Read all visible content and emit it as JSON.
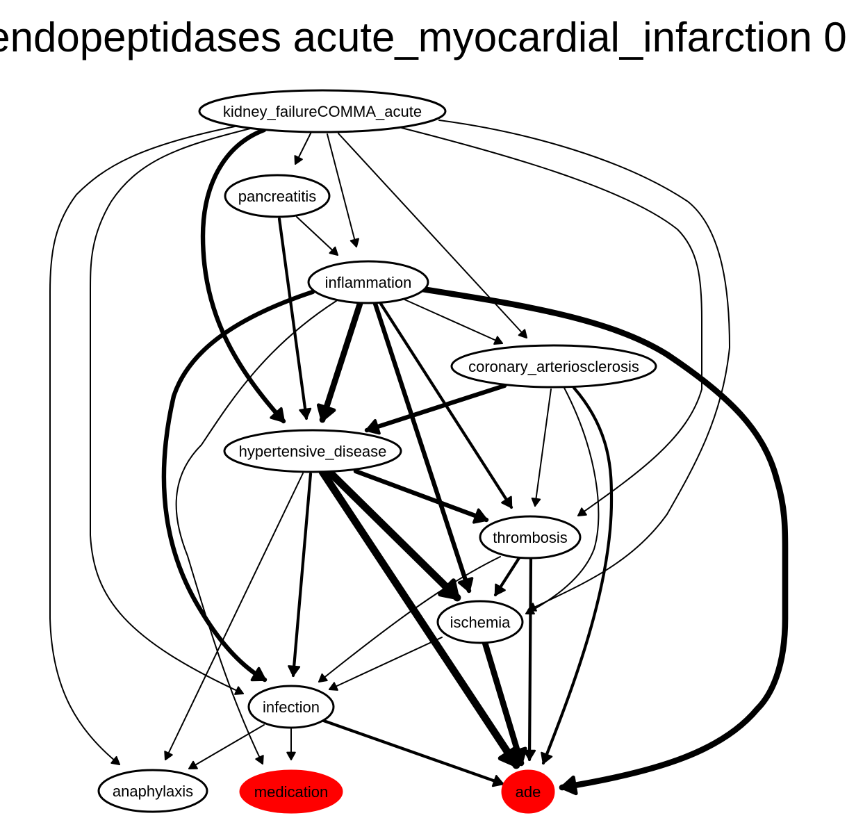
{
  "title": "endopeptidases acute_myocardial_infarction 0",
  "colors": {
    "highlight": "#ff0000",
    "edge": "#000000",
    "node_fill": "#ffffff"
  },
  "nodes": {
    "kidney": {
      "label": "kidney_failureCOMMA_acute",
      "highlight": false
    },
    "pancreatitis": {
      "label": "pancreatitis",
      "highlight": false
    },
    "inflammation": {
      "label": "inflammation",
      "highlight": false
    },
    "coronary": {
      "label": "coronary_arteriosclerosis",
      "highlight": false
    },
    "hypertensive": {
      "label": "hypertensive_disease",
      "highlight": false
    },
    "thrombosis": {
      "label": "thrombosis",
      "highlight": false
    },
    "ischemia": {
      "label": "ischemia",
      "highlight": false
    },
    "infection": {
      "label": "infection",
      "highlight": false
    },
    "anaphylaxis": {
      "label": "anaphylaxis",
      "highlight": false
    },
    "medication": {
      "label": "medication",
      "highlight": true
    },
    "ade": {
      "label": "ade",
      "highlight": true
    }
  },
  "edges": [
    {
      "from": "kidney",
      "to": "pancreatitis",
      "weight": 2
    },
    {
      "from": "kidney",
      "to": "inflammation",
      "weight": 2
    },
    {
      "from": "kidney",
      "to": "coronary",
      "weight": 2
    },
    {
      "from": "kidney",
      "to": "hypertensive",
      "weight": 4
    },
    {
      "from": "kidney",
      "to": "thrombosis",
      "weight": 2
    },
    {
      "from": "kidney",
      "to": "ischemia",
      "weight": 2
    },
    {
      "from": "kidney",
      "to": "infection",
      "weight": 2
    },
    {
      "from": "kidney",
      "to": "anaphylaxis",
      "weight": 2
    },
    {
      "from": "pancreatitis",
      "to": "inflammation",
      "weight": 2
    },
    {
      "from": "pancreatitis",
      "to": "hypertensive",
      "weight": 3
    },
    {
      "from": "inflammation",
      "to": "coronary",
      "weight": 2
    },
    {
      "from": "inflammation",
      "to": "hypertensive",
      "weight": 5
    },
    {
      "from": "inflammation",
      "to": "thrombosis",
      "weight": 3
    },
    {
      "from": "inflammation",
      "to": "ischemia",
      "weight": 4
    },
    {
      "from": "inflammation",
      "to": "infection",
      "weight": 4
    },
    {
      "from": "inflammation",
      "to": "medication",
      "weight": 2
    },
    {
      "from": "inflammation",
      "to": "ade",
      "weight": 5
    },
    {
      "from": "coronary",
      "to": "hypertensive",
      "weight": 4
    },
    {
      "from": "coronary",
      "to": "thrombosis",
      "weight": 2
    },
    {
      "from": "coronary",
      "to": "ischemia",
      "weight": 2
    },
    {
      "from": "coronary",
      "to": "ade",
      "weight": 3
    },
    {
      "from": "hypertensive",
      "to": "thrombosis",
      "weight": 4
    },
    {
      "from": "hypertensive",
      "to": "ischemia",
      "weight": 6
    },
    {
      "from": "hypertensive",
      "to": "ade",
      "weight": 6
    },
    {
      "from": "hypertensive",
      "to": "infection",
      "weight": 3
    },
    {
      "from": "hypertensive",
      "to": "anaphylaxis",
      "weight": 2
    },
    {
      "from": "thrombosis",
      "to": "ischemia",
      "weight": 3
    },
    {
      "from": "thrombosis",
      "to": "ade",
      "weight": 3
    },
    {
      "from": "thrombosis",
      "to": "infection",
      "weight": 2
    },
    {
      "from": "ischemia",
      "to": "infection",
      "weight": 2
    },
    {
      "from": "ischemia",
      "to": "ade",
      "weight": 5
    },
    {
      "from": "infection",
      "to": "ade",
      "weight": 3
    },
    {
      "from": "infection",
      "to": "medication",
      "weight": 2
    },
    {
      "from": "infection",
      "to": "anaphylaxis",
      "weight": 2
    }
  ]
}
